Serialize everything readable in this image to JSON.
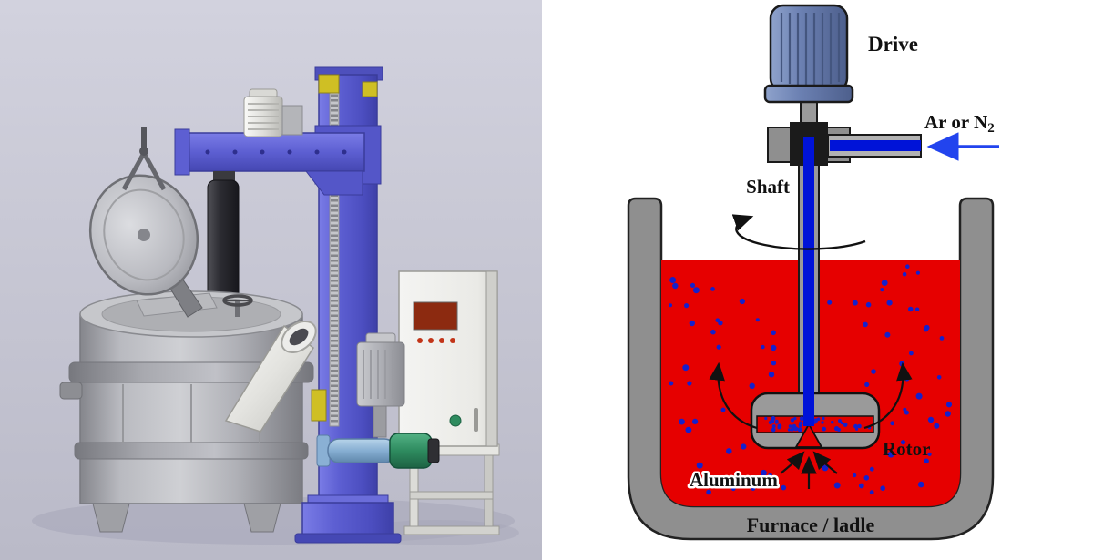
{
  "figure": {
    "right_panel": {
      "labels": {
        "drive": "Drive",
        "gas_main": "Ar or N",
        "gas_sub": "2",
        "shaft": "Shaft",
        "rotor": "Rotor",
        "aluminum": "Aluminum",
        "furnace_ladle": "Furnace / ladle"
      },
      "colors": {
        "melt_red": "#e60000",
        "gas_channel_blue": "#0013d8",
        "bubble_blue": "#1520cc",
        "vessel_gray": "#8f8f8f",
        "drive_body": "#6b80b2",
        "gas_arrow_blue": "#2244ee"
      }
    }
  }
}
